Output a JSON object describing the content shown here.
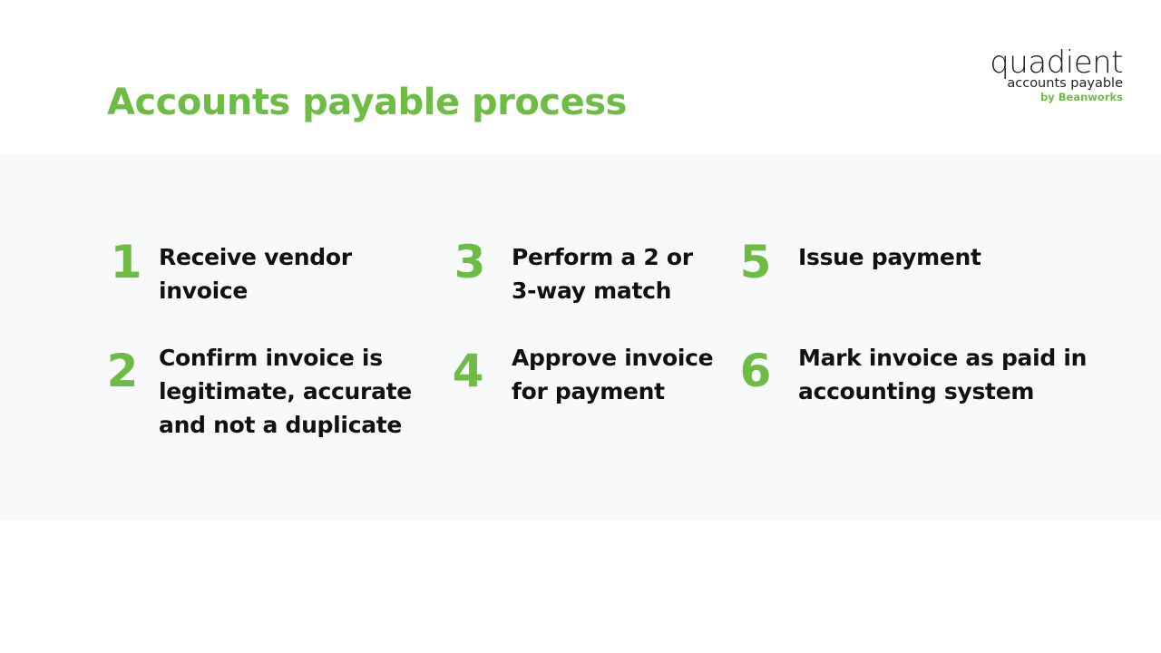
{
  "slide": {
    "title": "Accounts payable process"
  },
  "logo": {
    "wordmark": "quadient",
    "subtitle": "accounts payable",
    "byline": "by Beanworks"
  },
  "steps": [
    {
      "number": "1",
      "text": "Receive vendor invoice"
    },
    {
      "number": "2",
      "text": "Confirm invoice is legitimate, accurate and not a duplicate"
    },
    {
      "number": "3",
      "text": "Perform a 2 or 3-way match"
    },
    {
      "number": "4",
      "text": "Approve invoice for payment"
    },
    {
      "number": "5",
      "text": "Issue payment"
    },
    {
      "number": "6",
      "text": "Mark invoice as paid in accounting system"
    }
  ],
  "colors": {
    "accent": "#6dbd45",
    "text": "#111111",
    "band": "#f8f9fa"
  }
}
